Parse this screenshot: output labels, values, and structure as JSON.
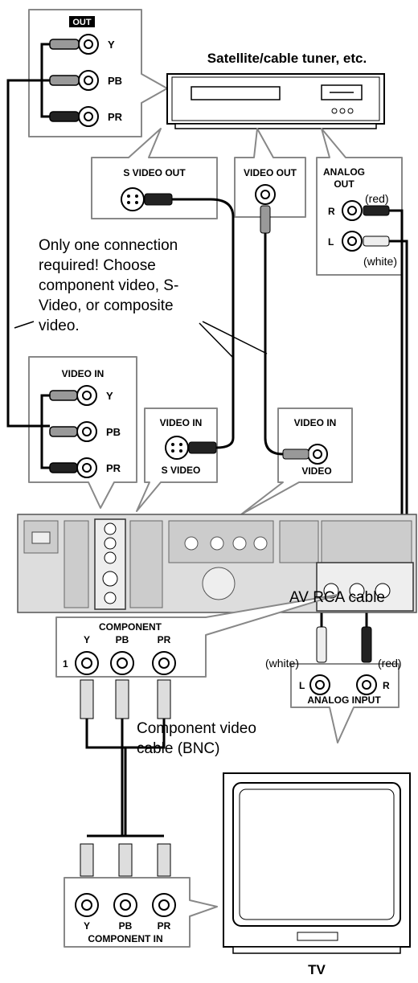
{
  "out_panel": {
    "title": "OUT",
    "y": "Y",
    "pb": "PB",
    "pr": "PR"
  },
  "source_device": {
    "title": "Satellite/cable tuner, etc."
  },
  "s_video_out": {
    "label": "S VIDEO OUT"
  },
  "video_out": {
    "label": "VIDEO OUT"
  },
  "analog_out": {
    "line1": "ANALOG",
    "line2": "OUT",
    "r": "R",
    "l": "L",
    "red": "(red)",
    "white": "(white)"
  },
  "note": {
    "lines": [
      "Only one connection",
      "required! Choose",
      "component video, S-",
      "Video, or composite",
      "video."
    ]
  },
  "video_in_component": {
    "title": "VIDEO IN",
    "y": "Y",
    "pb": "PB",
    "pr": "PR"
  },
  "video_in_svideo": {
    "title": "VIDEO IN",
    "sub": "S VIDEO"
  },
  "video_in_composite": {
    "title": "VIDEO IN",
    "sub": "VIDEO"
  },
  "component_out": {
    "title": "COMPONENT",
    "y": "Y",
    "pb": "PB",
    "pr": "PR",
    "num": "1"
  },
  "av_rca_cable": {
    "label": "AV RCA cable"
  },
  "analog_input": {
    "white": "(white)",
    "red": "(red)",
    "l": "L",
    "r": "R",
    "label": "ANALOG INPUT"
  },
  "component_cable": {
    "line1": "Component video",
    "line2": "cable (BNC)"
  },
  "component_in": {
    "y": "Y",
    "pb": "PB",
    "pr": "PR",
    "label": "COMPONENT IN"
  },
  "tv": {
    "label": "TV"
  }
}
